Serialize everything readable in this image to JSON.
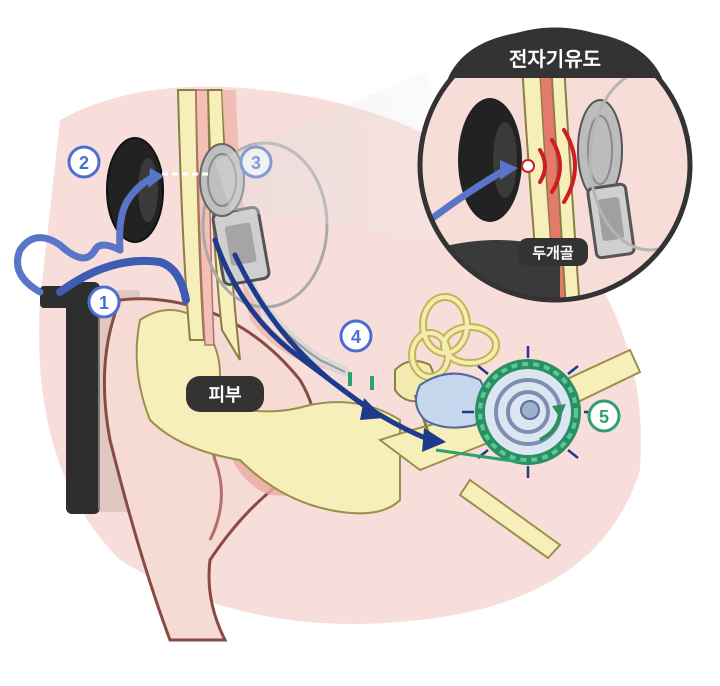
{
  "labels": {
    "skin": "피부",
    "skull": "두개골",
    "inset_title": "전자기유도"
  },
  "markers": {
    "m1": "1",
    "m2": "2",
    "m3": "3",
    "m4": "4",
    "m5": "5"
  },
  "colors": {
    "skin_pink": "#f2c9c4",
    "ear_skin": "#f6d9d3",
    "bone_cream": "#f6efb9",
    "device_dark": "#2a2a2a",
    "cable_blue": "#5a74c8",
    "signal_navy": "#1e3a8a",
    "electrode_green": "#3aa878",
    "wave_red": "#cc2020",
    "marker_blue": "#4a6fd0",
    "marker_green": "#2ea070",
    "label_bg": "#333333"
  },
  "icons": {
    "processor": "sound-processor-icon",
    "coil": "transmitter-coil-icon",
    "implant": "receiver-implant-icon",
    "cochlea": "cochlea-icon",
    "waves": "electromagnetic-waves-icon"
  }
}
